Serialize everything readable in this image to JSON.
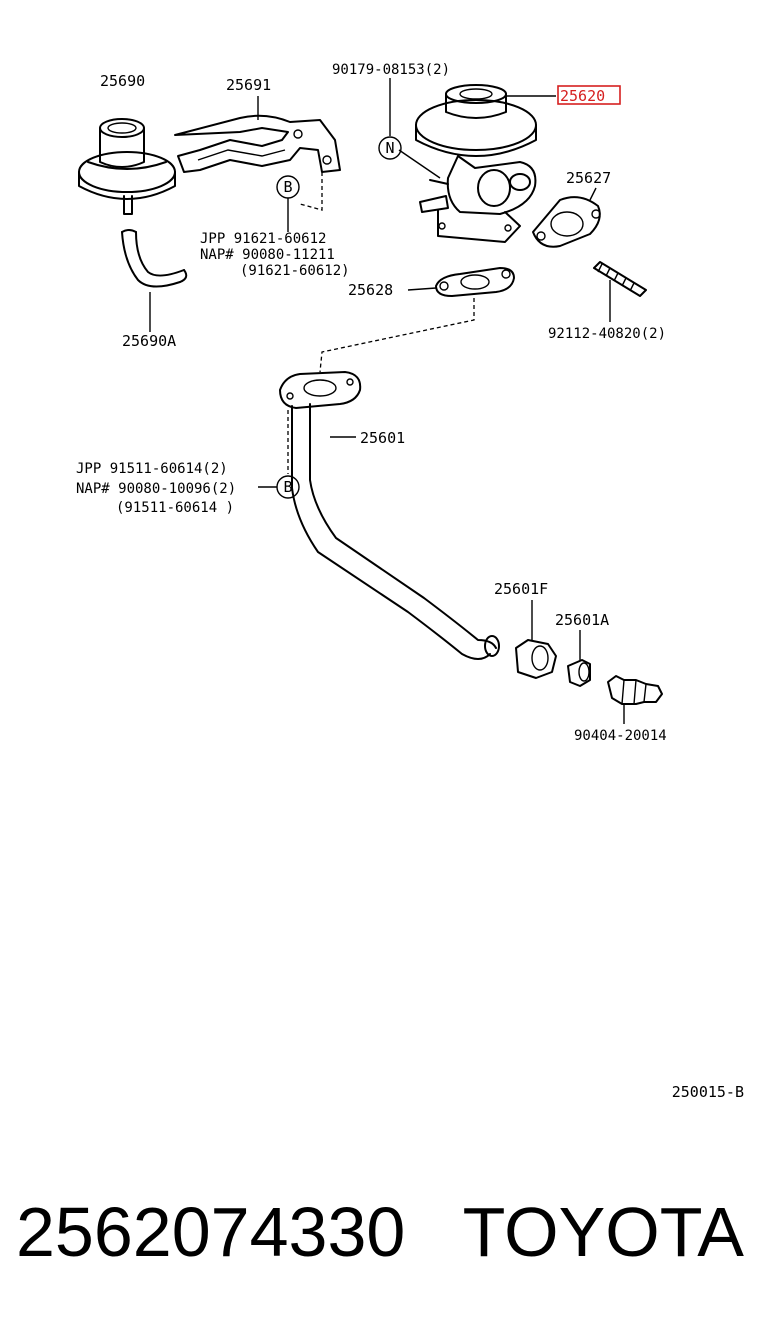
{
  "labels": {
    "p25690": "25690",
    "p25691": "25691",
    "p90179": "90179-08153(2)",
    "p25620": "25620",
    "p25627": "25627",
    "p25628": "25628",
    "p92112": "92112-40820(2)",
    "p25690A": "25690A",
    "p25601": "25601",
    "p25601F": "25601F",
    "p25601A": "25601A",
    "p90404": "90404-20014",
    "diagram_code": "250015-B"
  },
  "callouts": {
    "n": "N",
    "b": "B"
  },
  "bolt_b_top": {
    "jpp": "JPP  91621-60612",
    "nap": "NAP# 90080-11211",
    "alt": "(91621-60612)"
  },
  "bolt_b_bottom": {
    "jpp": "JPP  91511-60614(2)",
    "nap": "NAP# 90080-10096(2)",
    "alt": "(91511-60614 )"
  },
  "footer": {
    "part_number": "2562074330",
    "brand": "TOYOTA"
  },
  "colors": {
    "highlight": "#d62020",
    "ink": "#000000"
  }
}
